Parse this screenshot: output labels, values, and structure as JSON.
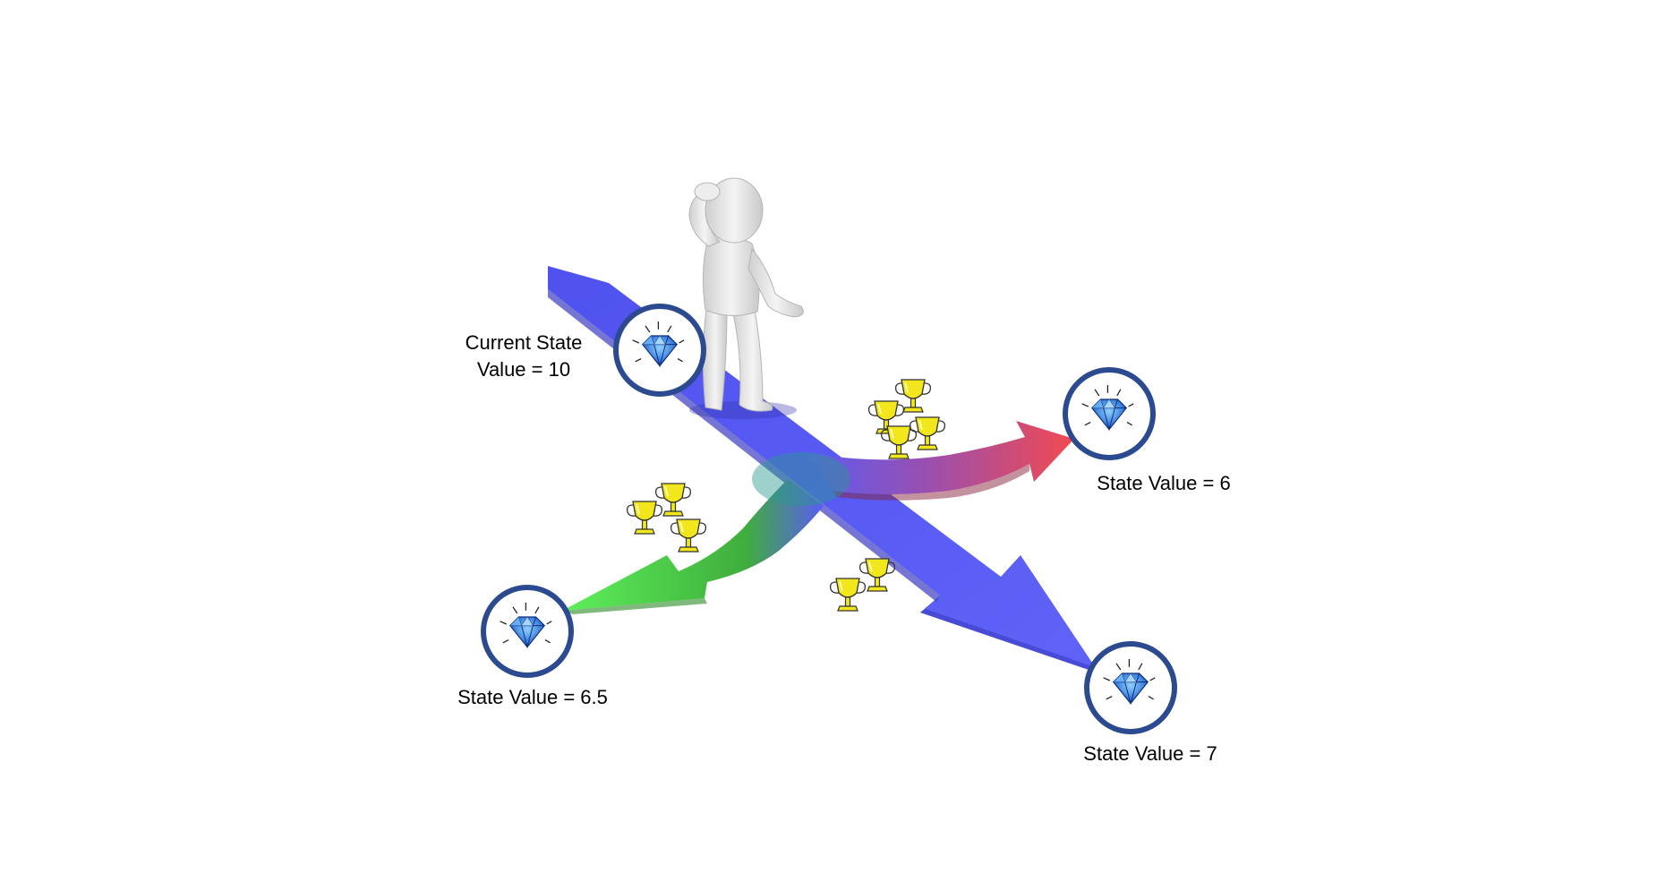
{
  "labels": {
    "current_state_line1": "Current State",
    "current_state_line2": "Value = 10",
    "red_state": "State Value = 6",
    "green_state": "State Value = 6.5",
    "blue_state": "State Value = 7"
  },
  "colors": {
    "main_arrow": "#5a5cf2",
    "red_arrow": "#f04b52",
    "green_arrow": "#4ddc4a",
    "circle_ring": "#2b4a8f",
    "diamond": "#1e7fe0",
    "trophy": "#f0e51a",
    "figure": "#e9e9e9"
  },
  "icons": {
    "state_marker": "diamond-icon",
    "reward": "trophy-icon",
    "agent": "thinking-person-figure"
  }
}
